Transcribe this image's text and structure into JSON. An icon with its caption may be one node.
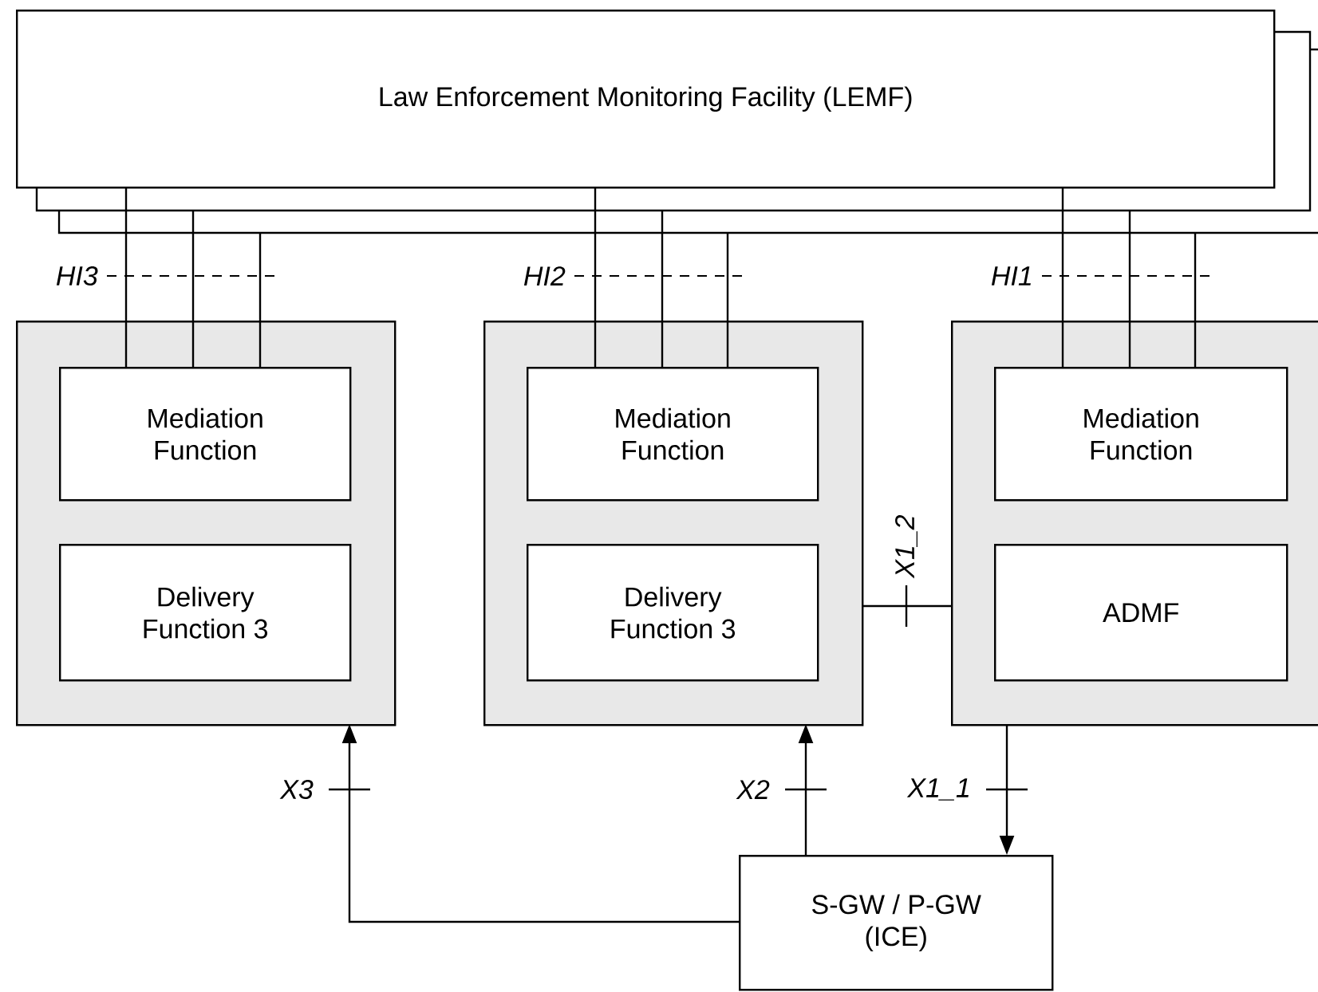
{
  "diagram": {
    "nodes": [
      {
        "text": [
          "Law Enforcement Monitoring Facility (LEMF)"
        ]
      },
      {
        "text": [],
        "shape": "box"
      },
      {
        "text": [
          "Mediation Function"
        ],
        "in": 1
      },
      {
        "text": [
          "Delivery Function 3"
        ],
        "in": 1
      },
      {
        "text": [],
        "shape": "box"
      },
      {
        "text": [
          "Mediation Function"
        ],
        "in": 4
      },
      {
        "text": [
          "Delivery Function 3"
        ],
        "in": 4
      },
      {
        "text": [],
        "shape": "box"
      },
      {
        "text": [
          "Mediation Function"
        ],
        "in": 7
      },
      {
        "text": [
          "ADMF"
        ],
        "in": 7
      },
      {
        "text": [
          "S-GW / P-GW (ICE)"
        ]
      }
    ],
    "edges": [
      {
        "from": 0,
        "to": 2,
        "arrow": "none"
      },
      {
        "from": 0,
        "to": 2,
        "arrow": "none"
      },
      {
        "from": 0,
        "to": 2,
        "arrow": "none"
      },
      {
        "from": 0,
        "to": 5,
        "arrow": "none"
      },
      {
        "from": 0,
        "to": 5,
        "arrow": "none"
      },
      {
        "from": 0,
        "to": 5,
        "arrow": "none"
      },
      {
        "from": 0,
        "to": 8,
        "arrow": "none"
      },
      {
        "from": 0,
        "to": 8,
        "arrow": "none"
      },
      {
        "from": 0,
        "to": 8,
        "arrow": "none"
      },
      {
        "from": 4,
        "to": 7,
        "arrow": "none",
        "label": "X1_2"
      },
      {
        "from": 7,
        "to": 10,
        "arrow": "to",
        "label": "X1_1"
      },
      {
        "from": 10,
        "to": 4,
        "arrow": "to",
        "label": "X2"
      },
      {
        "from": 10,
        "to": 1,
        "arrow": "to",
        "label": "X3"
      }
    ],
    "labels": [
      "HI3",
      "HI2",
      "HI1"
    ]
  }
}
